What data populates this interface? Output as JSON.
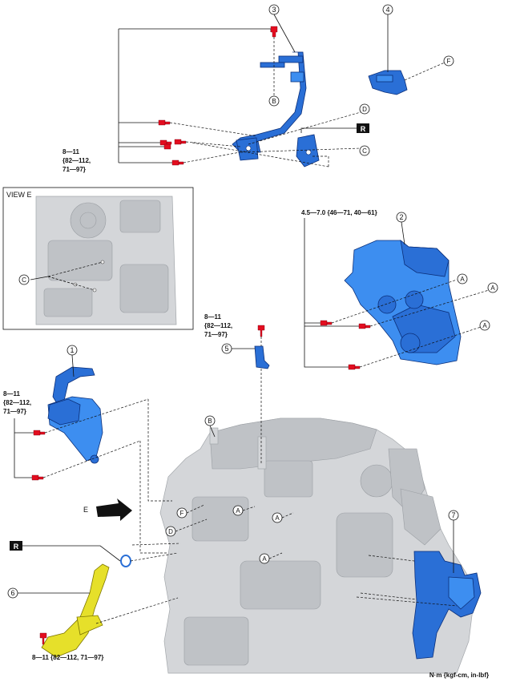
{
  "torque_labels": {
    "top_left": [
      "8—11",
      "{82—112,",
      "71—97}"
    ],
    "right_cover": "4.5—7.0 {46—71, 40—61}",
    "middle_bracket": [
      "8—11",
      "{82—112,",
      "71—97}"
    ],
    "left_part1": [
      "8—11",
      "{82—112,",
      "71—97}"
    ],
    "bottom": "8—11 {82—112, 71—97}"
  },
  "part_numbers": [
    "1",
    "2",
    "3",
    "4",
    "5",
    "6",
    "7"
  ],
  "letters": {
    "A": "A",
    "B": "B",
    "C": "C",
    "D": "D",
    "E": "E",
    "F": "F"
  },
  "view_label": "VIEW E",
  "replace_badge": "R",
  "units_note": "N·m {kgf-cm, in-lbf}",
  "colors": {
    "part_blue": "#2a6fd6",
    "bolt_red": "#e30d1f",
    "engine_gray": "#d4d6d9",
    "hose_yellow": "#e6e02a"
  }
}
